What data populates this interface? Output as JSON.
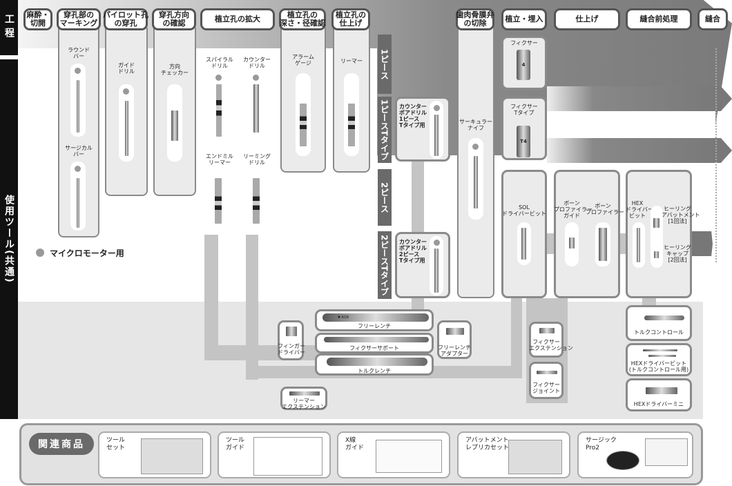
{
  "side": {
    "process": "工程",
    "tools": "使用ツール(共通)"
  },
  "steps": [
    "麻酔・\n切開",
    "穿孔部の\nマーキング",
    "パイロット孔\nの穿孔",
    "穿孔方向\nの確認",
    "植立孔の拡大",
    "植立孔の\n深さ・径確認",
    "植立孔の\n仕上げ",
    "歯肉骨膜弁\nの切除",
    "植立・埋入",
    "仕上げ",
    "縫合前処理",
    "縫合"
  ],
  "types": [
    "1ピース",
    "1ピースTタイプ",
    "2ピース",
    "2ピースTタイプ"
  ],
  "tools": {
    "round_bur": "ラウンド\nバー",
    "surgical_bur": "サージカル\nバー",
    "guide_drill": "ガイド\nドリル",
    "direction_checker": "方向\nチェッカー",
    "spiral_drill": "スパイラル\nドリル",
    "counter_drill": "カウンター\nドリル",
    "endmill_reamer": "エンドミル\nリーマー",
    "reaming_drill": "リーミング\nドリル",
    "alarm_gauge": "アラーム\nゲージ",
    "reamer": "リーマー",
    "counterbore_1p": "カウンター\nボアドリル\n1ピース\nTタイプ用",
    "counterbore_2p": "カウンター\nボアドリル\n2ピース\nTタイプ用",
    "circular_knife": "サーキュラー\nナイフ",
    "fixer": "フィクサー",
    "fixer_mark": "4",
    "fixer_t": "フィクサー\nTタイプ",
    "fixer_t_mark": "T4",
    "sol_bit": "SOL\nドライバービット",
    "bone_profiler_guide": "ボーン\nプロファイラー\nガイド",
    "bone_profiler": "ボーン\nプロファイラー",
    "hex_bit": "HEX\nドライバー\nビット",
    "healing_abutment": "ヒーリング\nアバットメント\n[1回法]",
    "healing_cap": "ヒーリング\nキャップ\n[2回法]"
  },
  "legend": "マイクロモーター用",
  "common": {
    "free_wrench": "フリーレンチ",
    "free_wrench_mark": "▼ AQB",
    "fixer_support": "フィクサーサポート",
    "torque_wrench": "トルクレンチ",
    "finger_driver": "フィンガー\nドライバー",
    "wrench_adapter": "フリーレンチ\nアダプター",
    "reamer_ext": "リーマー\nエクステンション",
    "fixer_ext": "フィクサー\nエクステンション",
    "fixer_joint": "フィクサー\nジョイント",
    "torque_control": "トルクコントロール",
    "hex_bit_tc": "HEXドライバービット\n(トルクコントロール用)",
    "hex_mini": "HEXドライバーミニ"
  },
  "related": {
    "title": "関連商品",
    "items": [
      "ツール\nセット",
      "ツール\nガイド",
      "X線\nガイド",
      "アバットメント\nレプリカセット",
      "サージック\nPro2"
    ]
  },
  "colors": {
    "dot": "#999999",
    "band": "#6a6a6a",
    "border": "#8a8a8a"
  }
}
